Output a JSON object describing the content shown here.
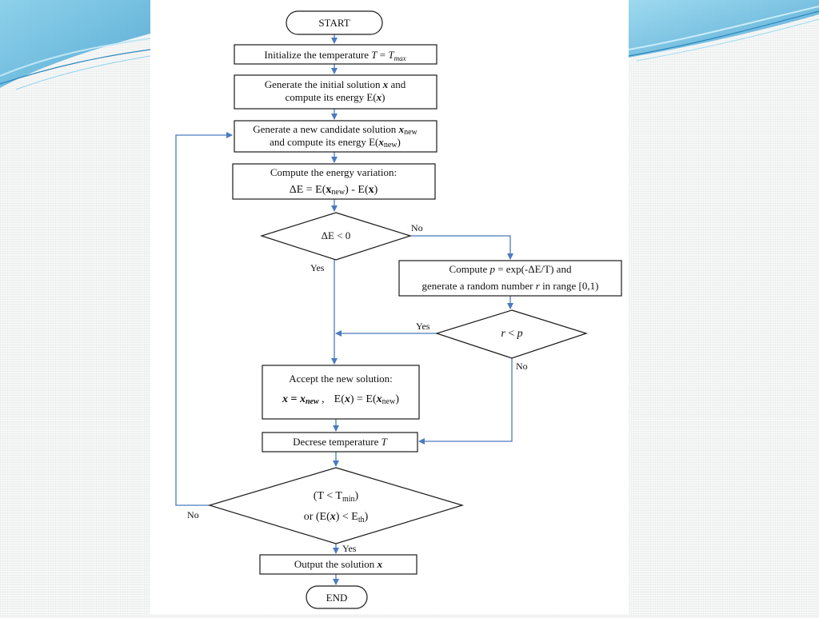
{
  "nodes": {
    "start": "START",
    "init_temp": {
      "prefix": "Initialize the temperature ",
      "T": "T",
      "eq": " = ",
      "Tmax_base": "T",
      "Tmax_sub": "max"
    },
    "gen_initial": {
      "line1_prefix": "Generate the initial solution ",
      "line1_x": "x",
      "line1_suffix": " and",
      "line2_prefix": "compute its energy E(",
      "line2_x": "x",
      "line2_suffix": ")"
    },
    "gen_candidate": {
      "line1_prefix": "Generate a new candidate solution ",
      "line1_x": "x",
      "line1_sub": "new",
      "line2_prefix": "and compute its energy E(",
      "line2_x": "x",
      "line2_sub": "new",
      "line2_suffix": ")"
    },
    "energy_var": {
      "line1": "Compute the energy variation:",
      "line2_a": "ΔE = E(",
      "line2_x1": "x",
      "line2_sub": "new",
      "line2_b": ") - E(",
      "line2_x2": "x",
      "line2_c": ")"
    },
    "dec_delta": "ΔE < 0",
    "compute_p": {
      "line1_a": "Compute ",
      "line1_p": "p",
      "line1_b": " = exp(-ΔE/T",
      "line1_c": ") and",
      "line2_a": "generate a random number ",
      "line2_r": "r",
      "line2_b": " in range [0,1)"
    },
    "dec_rp": {
      "r": "r",
      "op": " < ",
      "p": "p"
    },
    "accept": {
      "line1": "Accept the new solution:",
      "eq_x": "x",
      "eq_eq": " = ",
      "eq_xnew": "x",
      "eq_xnew_sub": "new",
      "eq_comma": " ,",
      "e_a": "E(",
      "e_x": "x",
      "e_b": ") = E(",
      "e_x2": "x",
      "e_sub": "new",
      "e_c": ")"
    },
    "decrease": {
      "text": "Decrese temperature ",
      "T": "T"
    },
    "dec_stop": {
      "line1_a": "(T < T",
      "line1_sub": "min",
      "line1_b": ")",
      "line2_a": "or (E(",
      "line2_x": "x",
      "line2_b": ") < E",
      "line2_sub": "th",
      "line2_c": ")"
    },
    "output": {
      "text": "Output the solution ",
      "x": "x"
    },
    "end": "END"
  },
  "edge_labels": {
    "delta_no": "No",
    "delta_yes": "Yes",
    "rp_yes": "Yes",
    "rp_no": "No",
    "stop_no": "No",
    "stop_yes": "Yes"
  },
  "colors": {
    "arrow": "#4a7bbf",
    "node_stroke": "#1a1a1a",
    "panel": "#ffffff",
    "background": "#f6f8f8",
    "deco_blue": "#5fb6dd"
  }
}
